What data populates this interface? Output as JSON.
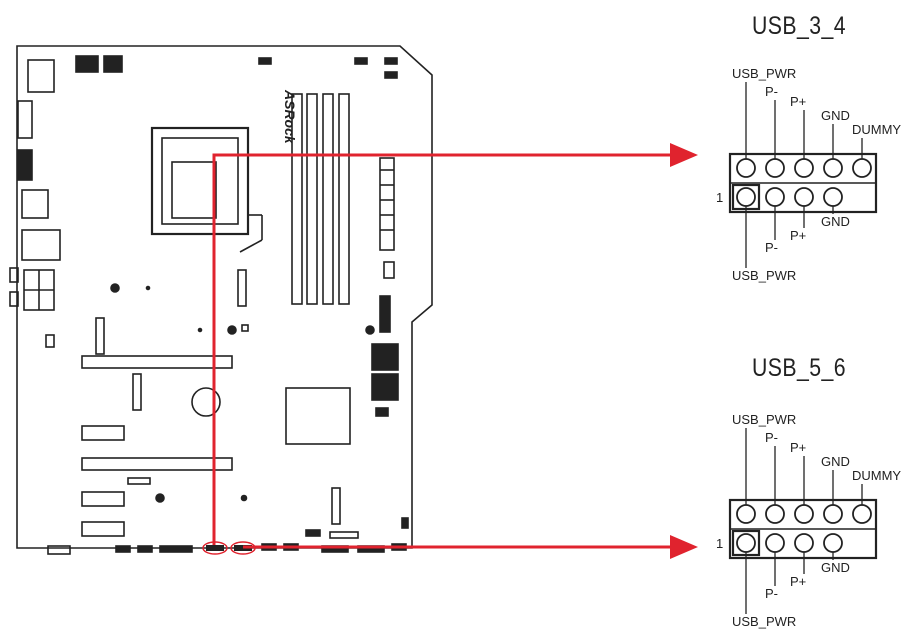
{
  "board": {
    "brand": "ASRock"
  },
  "headers": [
    {
      "title": "USB_3_4",
      "pin1_label": "1",
      "top_row_labels": [
        "USB_PWR",
        "P-",
        "P+",
        "GND",
        "DUMMY"
      ],
      "bottom_row_labels": [
        "P-",
        "P+",
        "GND",
        "USB_PWR"
      ]
    },
    {
      "title": "USB_5_6",
      "pin1_label": "1",
      "top_row_labels": [
        "USB_PWR",
        "P-",
        "P+",
        "GND",
        "DUMMY"
      ],
      "bottom_row_labels": [
        "P-",
        "P+",
        "GND",
        "USB_PWR"
      ]
    }
  ],
  "colors": {
    "arrow": "#e0232e",
    "outline": "#222222",
    "highlight": "#e0232e"
  }
}
